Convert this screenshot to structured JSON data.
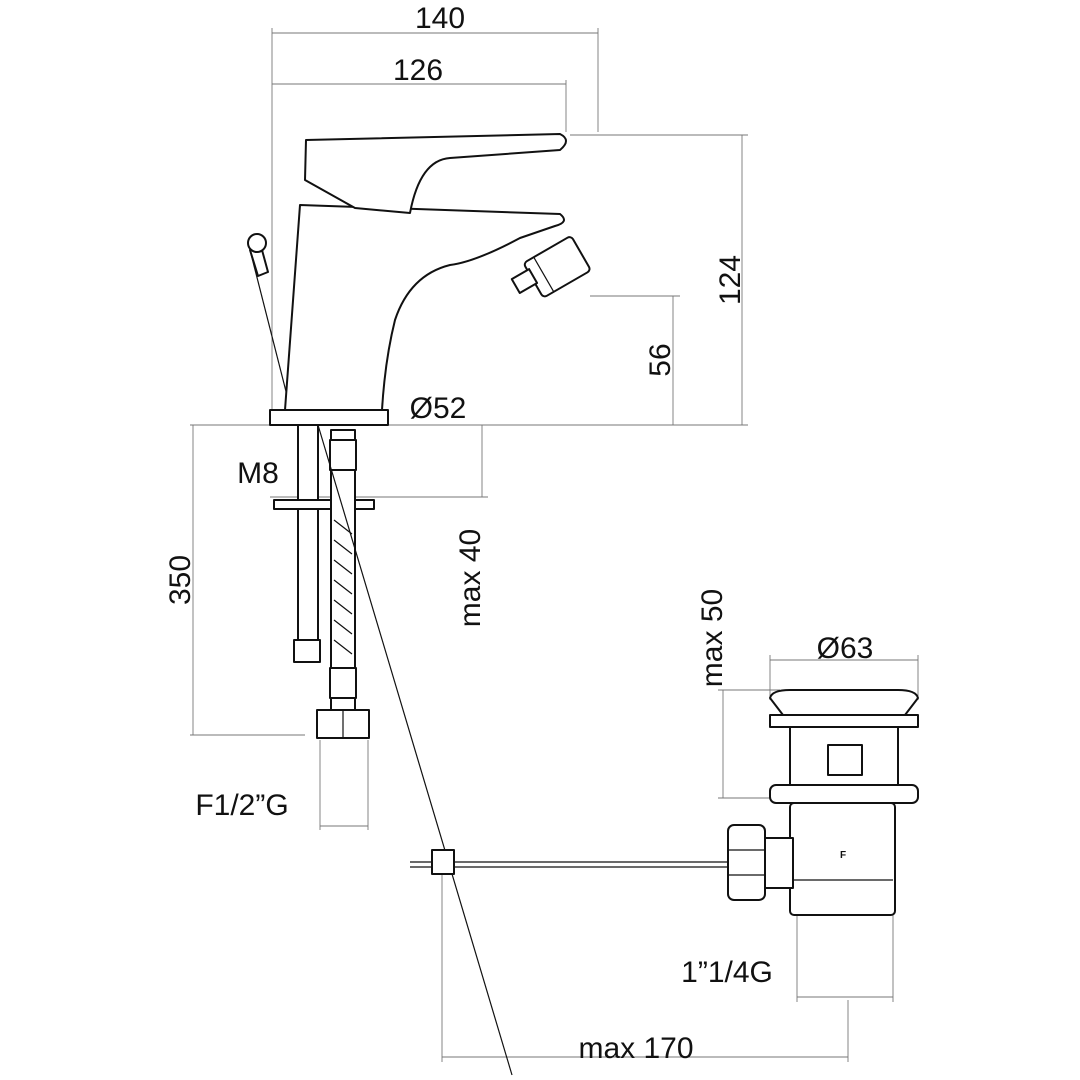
{
  "drawing": {
    "title": "Bidet mixer technical drawing",
    "dimensions": {
      "overall_width": "140",
      "spout_reach": "126",
      "overall_height": "124",
      "spout_height": "56",
      "base_diameter": "Ø52",
      "thread": "M8",
      "hose_length": "350",
      "max_deck_thickness": "max 40",
      "max_drain_thickness": "max 50",
      "drain_diameter": "Ø63",
      "hose_connection": "F1/2”G",
      "drain_thread": "1”1/4G",
      "max_rod_distance": "max 170"
    },
    "drain_mark": "F"
  }
}
